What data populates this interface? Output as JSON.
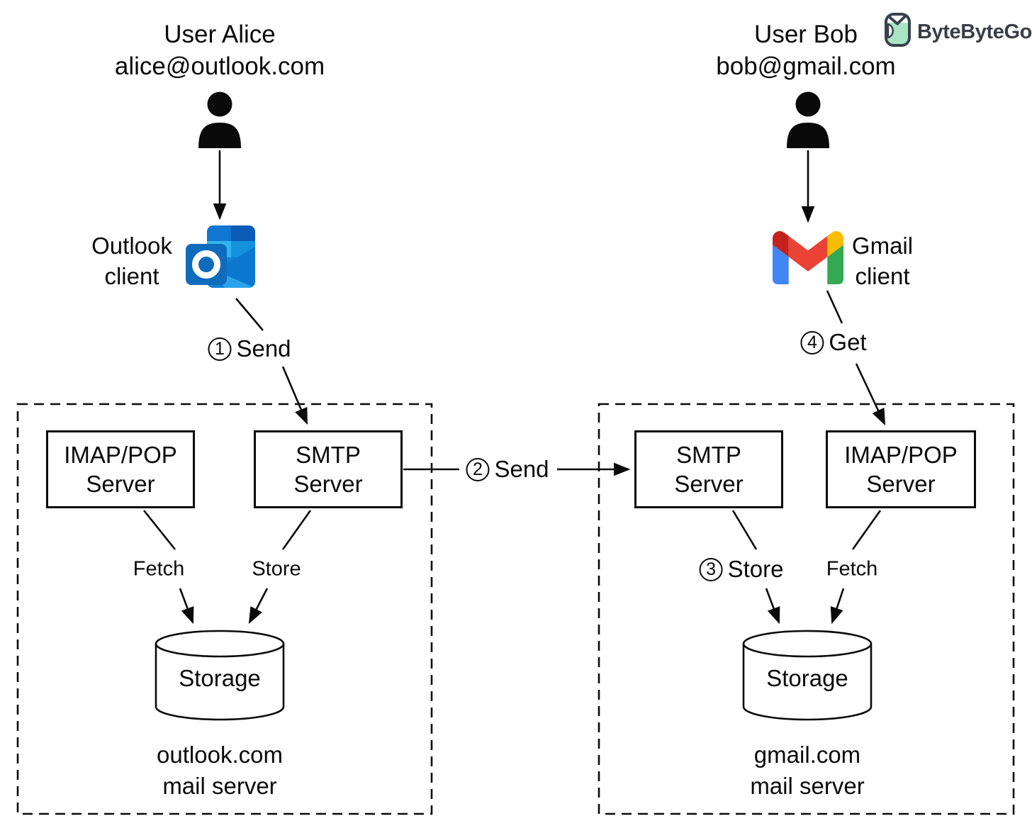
{
  "brand": {
    "name": "ByteByteGo"
  },
  "alice": {
    "title": "User Alice",
    "email": "alice@outlook.com",
    "client_label": "Outlook\nclient"
  },
  "bob": {
    "title": "User Bob",
    "email": "bob@gmail.com",
    "client_label": "Gmail\nclient"
  },
  "steps": {
    "send1": {
      "num": "1",
      "text": "Send"
    },
    "send2": {
      "num": "2",
      "text": "Send"
    },
    "store3": {
      "num": "3",
      "text": "Store"
    },
    "get4": {
      "num": "4",
      "text": "Get"
    }
  },
  "outlook_server": {
    "imap_box": "IMAP/POP\nServer",
    "smtp_box": "SMTP\nServer",
    "fetch_label": "Fetch",
    "store_label": "Store",
    "storage_label": "Storage",
    "caption": "outlook.com\nmail server"
  },
  "gmail_server": {
    "smtp_box": "SMTP\nServer",
    "imap_box": "IMAP/POP\nServer",
    "fetch_label": "Fetch",
    "storage_label": "Storage",
    "caption": "gmail.com\nmail server"
  },
  "icons": {
    "alice": "person-icon",
    "bob": "person-icon",
    "outlook": "outlook-logo-icon",
    "gmail": "gmail-logo-icon",
    "brand": "bytebytego-logo-icon",
    "storage": "database-cylinder-icon"
  },
  "colors": {
    "line": "#000000",
    "brand_text": "#3a3f46",
    "brand_mint": "#a9e5c4",
    "brand_outline": "#39424e",
    "outlook_blue": "#0f6cbd",
    "outlook_cyan": "#32b4ef",
    "gmail_red": "#ea4335",
    "gmail_dark_red": "#c5221f",
    "gmail_blue": "#4285f4",
    "gmail_yellow": "#fbbc04",
    "gmail_green": "#34a853"
  }
}
